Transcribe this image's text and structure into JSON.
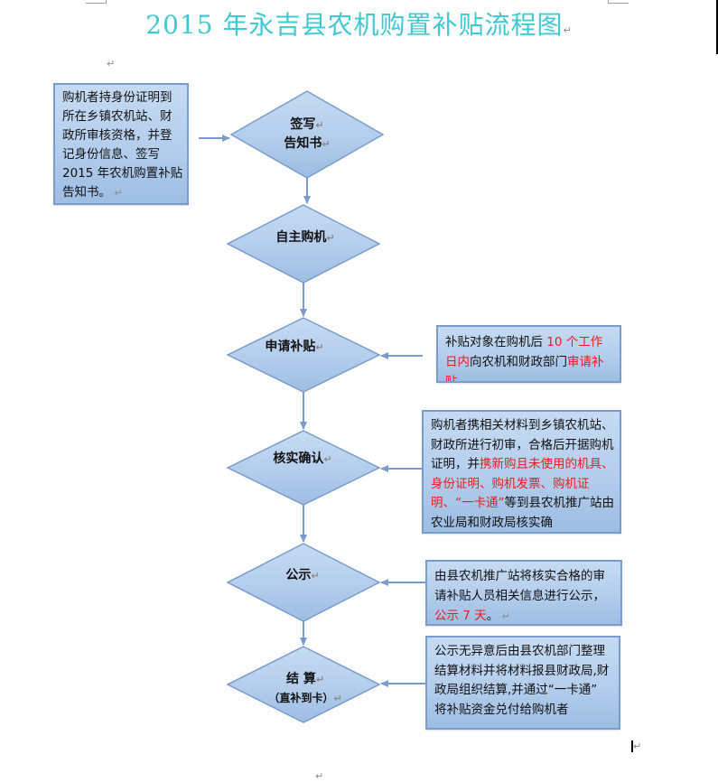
{
  "title": "2015 年永吉县农机购置补贴流程图",
  "paragraph_mark": "↵",
  "colors": {
    "title": "#3ec9d3",
    "shape_fill_top": "#c6dbf2",
    "shape_fill_bottom": "#9dbde2",
    "shape_border": "#7a9ccc",
    "connector": "#7a9ccc",
    "highlight": "#e81c1c"
  },
  "steps": [
    {
      "id": "sign-notice",
      "lines": [
        "签写",
        "告知书"
      ]
    },
    {
      "id": "self-purchase",
      "lines": [
        "自主购机"
      ]
    },
    {
      "id": "apply-subsidy",
      "lines": [
        "申请补贴"
      ]
    },
    {
      "id": "verify",
      "lines": [
        "核实确认"
      ]
    },
    {
      "id": "publicize",
      "lines": [
        "公示"
      ]
    },
    {
      "id": "settle",
      "lines": [
        "结 算",
        "（直补到卡）"
      ]
    }
  ],
  "notes": {
    "left_intro": {
      "segments": [
        {
          "text": "购机者持身份证明到所在乡镇农机站、财政所审核资格，并登记身份信息、签写 2015 年农机购置补贴告知书。",
          "red": false
        }
      ]
    },
    "apply_note": {
      "segments": [
        {
          "text": "补贴对象在购机后 ",
          "red": false
        },
        {
          "text": "10 个工作日内",
          "red": true
        },
        {
          "text": "向农机和财政部门",
          "red": false
        },
        {
          "text": "审请补贴",
          "red": true
        }
      ]
    },
    "verify_note": {
      "segments": [
        {
          "text": "购机者携相关材料到乡镇农机站、财政所进行初审，合格后开据购机证明，并",
          "red": false
        },
        {
          "text": "携新购且未使用的机具、身份证明、购机发票、购机证明、“一卡通”",
          "red": true
        },
        {
          "text": "等到县农机推广站由农业局和财政局核实确",
          "red": false
        }
      ]
    },
    "publicize_note": {
      "segments": [
        {
          "text": "由县农机推广站将核实合格的审请补贴人员相关信息进行公示，",
          "red": false
        },
        {
          "text": "公示 7 天",
          "red": true
        },
        {
          "text": "。",
          "red": false
        }
      ]
    },
    "settle_note": {
      "segments": [
        {
          "text": "公示无异意后由县农机部门整理结算材料并将材料报县财政局,财政局组织结算,并通过“一卡通” 将补贴资金兑付给购机者",
          "red": false
        }
      ]
    }
  }
}
